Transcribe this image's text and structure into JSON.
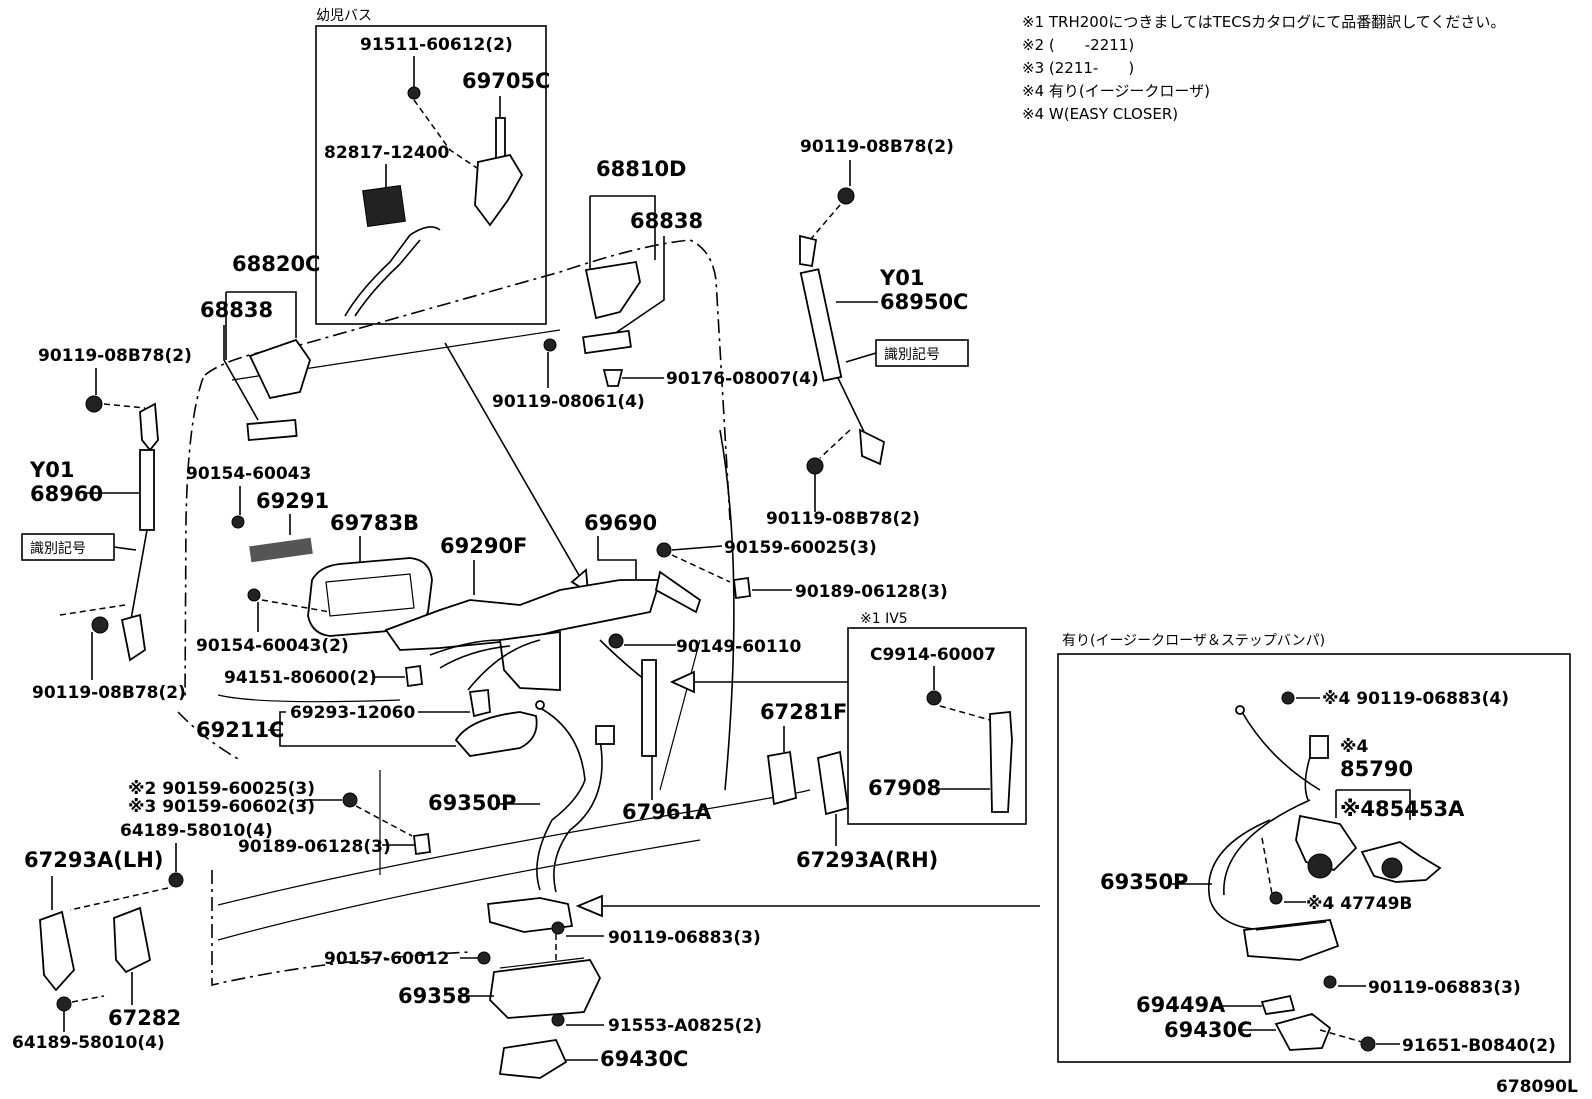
{
  "notes": [
    "※1 TRH200につきましてはTECSカタログにて品番翻訳してください。",
    "※2 (　　-2211)",
    "※3 (2211-　　)",
    "※4 有り(イージークローザ)",
    "※4 W(EASY CLOSER)"
  ],
  "boxes": {
    "kindergarten_bus": "幼児バス",
    "iv5": "※1 IV5",
    "easy_closer_step": "有り(イージークローザ＆ステップバンパ)"
  },
  "id_mark": "識別記号",
  "drawing_number": "678090L",
  "parts": {
    "p91511": "91511-60612(2)",
    "p69705c": "69705C",
    "p82817": "82817-12400",
    "p68810d": "68810D",
    "p68838a": "68838",
    "p68838b": "68838",
    "p68820c": "68820C",
    "p90119_08b78_tr": "90119-08B78(2)",
    "y01_r": "Y01",
    "p68950c": "68950C",
    "p90176": "90176-08007(4)",
    "p90119_08061": "90119-08061(4)",
    "p90119_08b78_tl": "90119-08B78(2)",
    "y01_l": "Y01",
    "p68960": "68960",
    "p90154_60043": "90154-60043",
    "p69291": "69291",
    "p69783b": "69783B",
    "p69290f": "69290F",
    "p69690": "69690",
    "p90119_08b78_mr": "90119-08B78(2)",
    "p90159_60025": "90159-60025(3)",
    "p90189_06128_r": "90189-06128(3)",
    "p90154_60043_2": "90154-60043(2)",
    "p94151": "94151-80600(2)",
    "p90149": "90149-60110",
    "p90119_08b78_bl": "90119-08B78(2)",
    "p69211c": "69211C",
    "p69293": "69293-12060",
    "p_x2": "※2 90159-60025(3)",
    "p_x3": "※3 90159-60602(3)",
    "p64189_top": "64189-58010(4)",
    "p90189_06128_l": "90189-06128(3)",
    "p69350p": "69350P",
    "p67961a": "67961A",
    "p67281f": "67281F",
    "p67293a_rh": "67293A(RH)",
    "p67293a_lh": "67293A(LH)",
    "p90119_06883_c": "90119-06883(3)",
    "p90157": "90157-60012",
    "p69358": "69358",
    "p67282": "67282",
    "p64189_bot": "64189-58010(4)",
    "p91553": "91553-A0825(2)",
    "p69430c_c": "69430C",
    "p_c9914": "C9914-60007",
    "p67908": "67908",
    "p_x4_90119": "※4 90119-06883(4)",
    "p_x4": "※4",
    "p85790": "85790",
    "p85453a": "※485453A",
    "p69350p_r": "69350P",
    "p47749b": "※4 47749B",
    "p90119_06883_r": "90119-06883(3)",
    "p69449a": "69449A",
    "p69430c_r": "69430C",
    "p91651": "91651-B0840(2)"
  }
}
